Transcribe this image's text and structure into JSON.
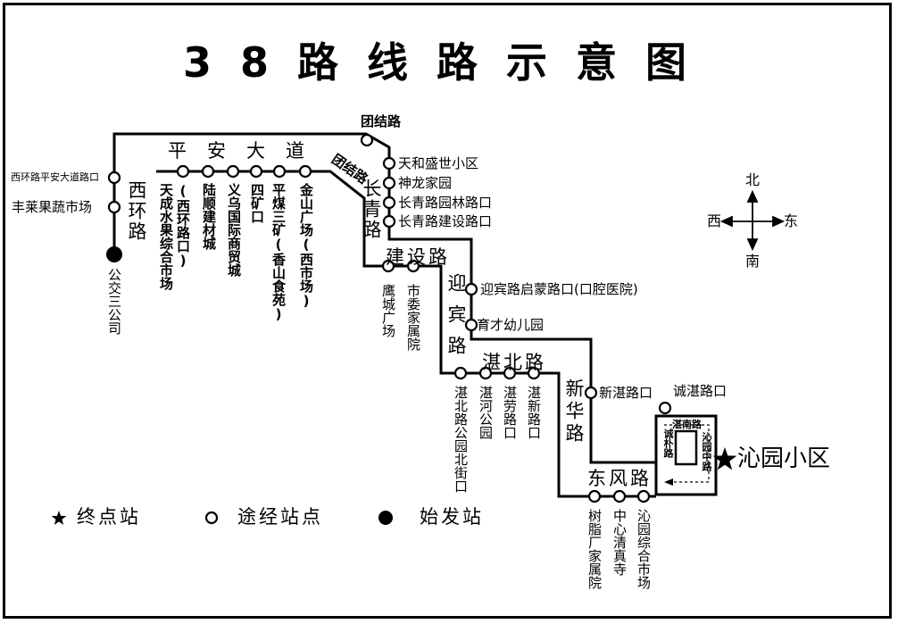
{
  "title": "38路线路示意图",
  "roads": {
    "xihuan": "西环路",
    "pingan": "平安大道",
    "tuanjie": "团结路",
    "tuanjie_slant": "团结路",
    "changqing": "长青路",
    "jianshe": "建设路",
    "yingbin": "迎宾路",
    "zhanbei": "湛北路",
    "xinhua": "新华路",
    "dongfeng": "东风路",
    "zhannan": "湛南路",
    "chengpu": "诚朴路",
    "qinyuan_zhong": "沁园中路"
  },
  "stops": {
    "xihuan_pingan": "西环路平安大道路口",
    "fenglai": "丰莱果蔬市场",
    "start": "公交三公司",
    "tiancheng": "天成水果综合市场",
    "tiancheng_note": "(西环路口)",
    "lushun": "陆顺建材城",
    "yiwu": "义乌国际商贸城",
    "sikuang": "四矿口",
    "pingmei": "平煤三矿",
    "pingmei_note": "(香山食苑)",
    "jinshan": "金山广场",
    "jinshan_note": "(西市场)",
    "tuanjie_stop": "团结路",
    "tianhe": "天和盛世小区",
    "shenlong": "神龙家园",
    "yuanlin": "长青路园林路口",
    "changqing_jianshe": "长青路建设路口",
    "yingcheng": "鹰城广场",
    "shiwei": "市委家属院",
    "yingbin_qimeng": "迎宾路启蒙路口(口腔医院)",
    "yucai": "育才幼儿园",
    "zhanbei_park": "湛北路公园北街口",
    "zhanhe": "湛河公园",
    "zhanlao": "湛劳路口",
    "zhanxin": "湛新路口",
    "xinzhan": "新湛路口",
    "chengzhan": "诚湛路口",
    "terminal": "沁园小区",
    "shuzhi": "树脂厂家属院",
    "qingzhensi": "中心清真寺",
    "qinyuan_market": "沁园综合市场"
  },
  "compass": {
    "north": "北",
    "south": "南",
    "west": "西",
    "east": "东"
  },
  "legend": {
    "terminal": "终点站",
    "via": "途经站点",
    "start": "始发站"
  }
}
